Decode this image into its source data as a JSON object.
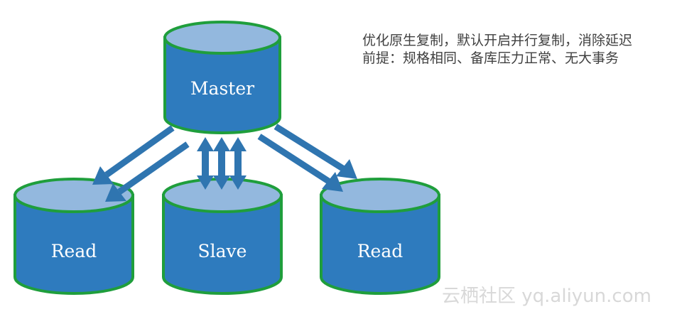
{
  "nodes": {
    "master": {
      "label": "Master"
    },
    "read_left": {
      "label": "Read"
    },
    "slave": {
      "label": "Slave"
    },
    "read_right": {
      "label": "Read"
    }
  },
  "note": {
    "line1": "优化原生复制，默认开启并行复制，消除延迟",
    "line2": "前提：规格相同、备库压力正常、无大事务"
  },
  "watermark": "云栖社区 yq.aliyun.com",
  "colors": {
    "cylinder_body": "#2E7BBE",
    "cylinder_top": "#93B8DE",
    "cylinder_border": "#1F9E3C",
    "arrow": "#2F75B0",
    "label_text": "#ffffff",
    "note_text": "#404040",
    "watermark_text": "#d8d8d8"
  }
}
